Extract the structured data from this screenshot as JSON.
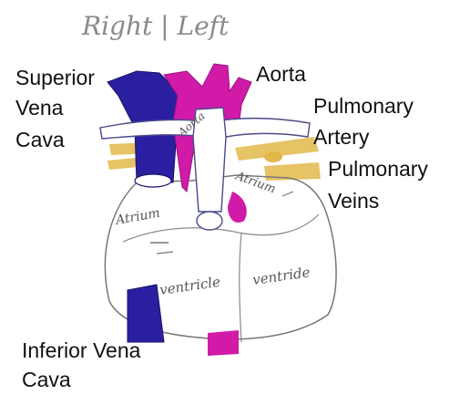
{
  "header": {
    "side_labels": "Right | Left"
  },
  "labels": {
    "superior_vena_cava": [
      "Superior",
      "Vena",
      "Cava"
    ],
    "aorta": "Aorta",
    "pulmonary_artery": [
      "Pulmonary",
      "Artery"
    ],
    "pulmonary_veins": [
      "Pulmonary",
      "Veins"
    ],
    "inferior_vena_cava": [
      "Inferior Vena",
      "Cava"
    ]
  },
  "inner_text": {
    "right_atrium": "Atrium",
    "left_atrium": "Atrium",
    "right_ventricle": "ventricle",
    "left_ventricle": "ventride",
    "aorta_scrawl": "Aorta"
  },
  "colors": {
    "vena_cava": "#2a1fa0",
    "aorta": "#d11aa8",
    "pulmonary_veins": "#e2b84a",
    "outline": "#777777",
    "label_text": "#111111"
  }
}
